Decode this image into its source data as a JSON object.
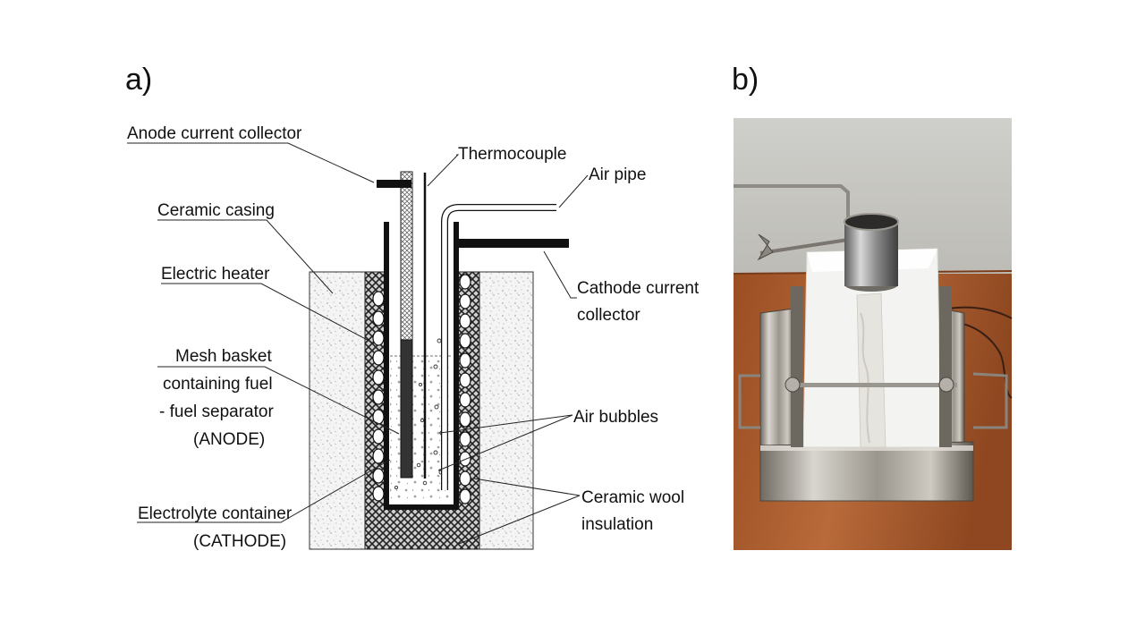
{
  "panels": {
    "a": "a)",
    "b": "b)"
  },
  "labels": {
    "anode_current_collector": "Anode current collector",
    "thermocouple": "Thermocouple",
    "air_pipe": "Air pipe",
    "ceramic_casing": "Ceramic casing",
    "cathode_current_collector_1": "Cathode current",
    "cathode_current_collector_2": "collector",
    "electric_heater": "Electric heater",
    "mesh_basket_1": "Mesh basket",
    "mesh_basket_2": "containing fuel",
    "mesh_basket_3": "- fuel separator",
    "mesh_basket_4": "(ANODE)",
    "air_bubbles": "Air bubbles",
    "electrolyte_container_1": "Electrolyte container",
    "electrolyte_container_2": "(CATHODE)",
    "ceramic_wool_1": "Ceramic wool",
    "ceramic_wool_2": "insulation"
  }
}
